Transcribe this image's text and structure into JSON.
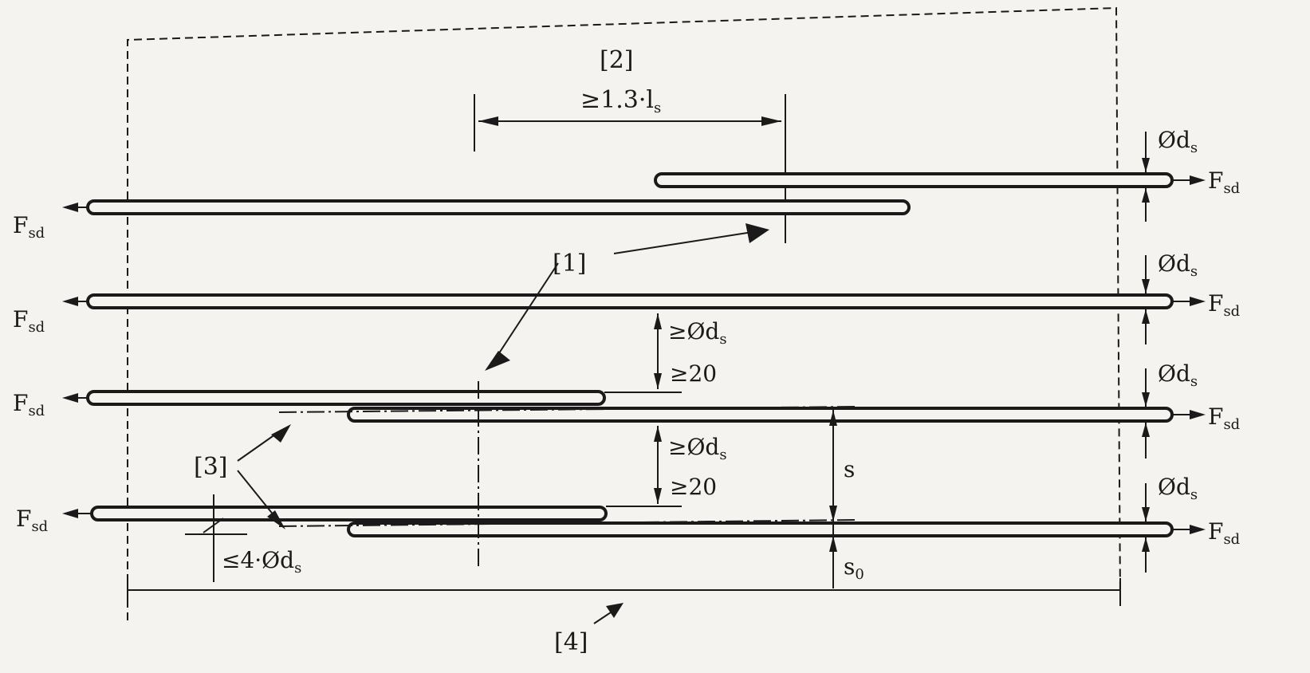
{
  "labels": {
    "ref1": "[1]",
    "ref2": "[2]",
    "ref3": "[3]",
    "ref4": "[4]",
    "lap_length": "≥1.3·l",
    "lap_length_sub": "s",
    "force": "F",
    "force_sub": "sd",
    "diameter": "Ød",
    "diameter_sub": "s",
    "min_gap_diam": "≥Ød",
    "min_gap_diam_sub": "s",
    "min_gap_20": "≥20",
    "spacing": "s",
    "spacing0": "s",
    "spacing0_sub": "0",
    "offset": "≤4·Ød",
    "offset_sub": "s"
  }
}
